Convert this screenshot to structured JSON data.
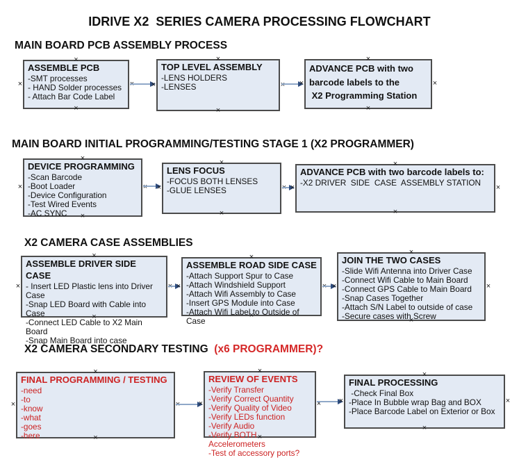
{
  "icons": {
    "handle": "×"
  },
  "colors": {
    "box_fill": "#e3eaf4",
    "box_border": "#4b4b4b",
    "red_text": "#cc2222",
    "heading_red": "#d52828",
    "arrow_line": "#8fa8c8",
    "arrow_head": "#2f4d7f"
  },
  "page": {
    "title": "IDRIVE X2  SERIES CAMERA PROCESSING FLOWCHART"
  },
  "sections": [
    {
      "heading": "MAIN BOARD PCB ASSEMBLY PROCESS",
      "boxes": [
        {
          "title": "ASSEMBLE PCB",
          "items": [
            "-SMT processes",
            "- HAND Solder processes",
            "- Attach Bar Code Label"
          ]
        },
        {
          "title": "TOP LEVEL ASSEMBLY",
          "items": [
            "-LENS HOLDERS",
            "-LENSES"
          ]
        },
        {
          "title": "ADVANCE PCB with two\nbarcode labels to the\n X2 Programming Station",
          "items": []
        }
      ]
    },
    {
      "heading": "MAIN BOARD INITIAL PROGRAMMING/TESTING STAGE 1 (X2 PROGRAMMER)",
      "boxes": [
        {
          "title": "DEVICE PROGRAMMING",
          "items": [
            "-Scan Barcode",
            "-Boot Loader",
            "-Device Configuration",
            "-Test Wired Events",
            "-AC SYNC"
          ]
        },
        {
          "title": "LENS FOCUS",
          "items": [
            "-FOCUS BOTH LENSES",
            "-GLUE LENSES"
          ]
        },
        {
          "title": "ADVANCE PCB with two barcode labels to:",
          "items": [
            "-X2 DRIVER  SIDE  CASE  ASSEMBLY STATION"
          ]
        }
      ]
    },
    {
      "heading": "X2 CAMERA CASE ASSEMBLIES",
      "boxes": [
        {
          "title": "ASSEMBLE DRIVER SIDE CASE",
          "items": [
            "- Insert LED Plastic lens into Driver Case",
            "-Snap LED Board with Cable into Case",
            "-Connect LED Cable to X2 Main Board",
            "-Snap Main Board into case"
          ]
        },
        {
          "title": "ASSEMBLE ROAD SIDE CASE",
          "items": [
            "-Attach Support Spur to Case",
            "-Attach Windshield Support",
            "-Attach Wifi Assembly to Case",
            "-Insert GPS Module into Case",
            "-Attach Wifi Label to Outside of Case"
          ]
        },
        {
          "title": "JOIN THE TWO CASES",
          "items": [
            "-Slide Wifi Antenna into Driver Case",
            "-Connect Wifi Cable to Main Board",
            "-Connect GPS Cable to Main Board",
            "-Snap Cases Together",
            "-Attach S/N Label to outside of case",
            "-Secure cases with Screw"
          ]
        }
      ]
    },
    {
      "heading": "X2 CAMERA SECONDARY TESTING ",
      "heading_red": " (x6 PROGRAMMER)?",
      "boxes": [
        {
          "title": "FINAL PROGRAMMING / TESTING",
          "items": [
            "-need",
            "-to",
            "-know",
            "-what",
            "-goes",
            "-here"
          ]
        },
        {
          "title": "REVIEW OF EVENTS",
          "items": [
            "-Verify Transfer",
            "-Verify Correct Quantity",
            "-Verify Quality of Video",
            "-Verify LEDs function",
            "-Verify Audio",
            "-Verify BOTH Accelerometers",
            "-Test of accessory ports?"
          ]
        },
        {
          "title": "FINAL PROCESSING",
          "items": [
            " -Check Final Box",
            "-Place In Bubble wrap Bag and BOX",
            "-Place Barcode Label on Exterior or Box"
          ]
        }
      ]
    }
  ]
}
